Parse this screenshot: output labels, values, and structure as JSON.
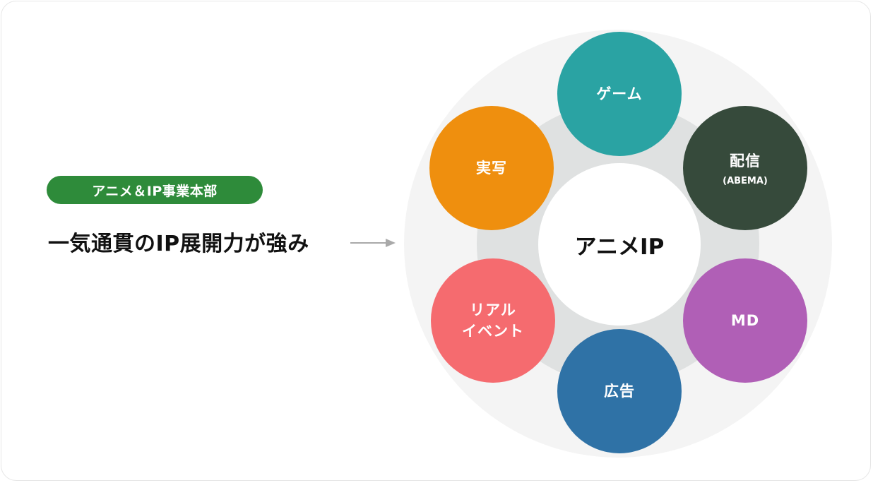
{
  "badge": {
    "label": "アニメ＆IP事業本部",
    "color": "#2e8b3a"
  },
  "headline": "一気通貫のIP展開力が強み",
  "diagram": {
    "center": "アニメIP",
    "outer_ring_color": "#f4f4f4",
    "inner_ring_color": "#dfe1e1",
    "arrow_color": "#a9a9a9",
    "items": [
      {
        "label": "ゲーム",
        "sub": "",
        "color": "#2aa3a3"
      },
      {
        "label": "配信",
        "sub": "(ABEMA)",
        "color": "#364a3b"
      },
      {
        "label": "MD",
        "sub": "",
        "color": "#b05fb6"
      },
      {
        "label": "広告",
        "sub": "",
        "color": "#2f72a6"
      },
      {
        "label": "リアル\nイベント",
        "sub": "",
        "color": "#f56b6f"
      },
      {
        "label": "実写",
        "sub": "",
        "color": "#ef8f0e"
      }
    ]
  }
}
